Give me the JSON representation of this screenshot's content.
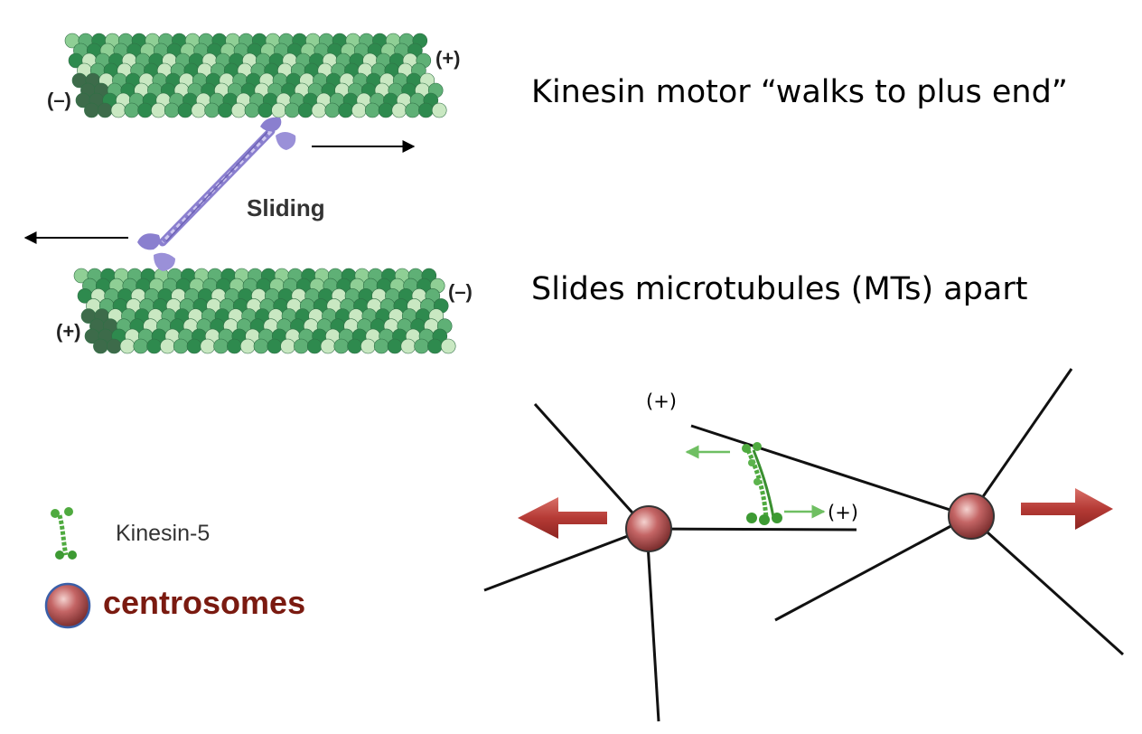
{
  "top_diagram": {
    "mt_top": {
      "minus_label": "(–)",
      "plus_label": "(+)"
    },
    "mt_bottom": {
      "minus_label": "(–)",
      "plus_label": "(+)"
    },
    "sliding_label": "Sliding"
  },
  "captions": {
    "kinesin_walks": "Kinesin motor “walks to plus end”",
    "slides_apart": "Slides microtubules (MTs) apart"
  },
  "spindle_diagram": {
    "plus_label_upper": "(+)",
    "plus_label_lower": "(+)"
  },
  "legend": {
    "kinesin5": "Kinesin-5",
    "centrosomes": "centrosomes"
  },
  "colors": {
    "mt_dark": "#2e8a4e",
    "mt_mid": "#5fb076",
    "mt_light": "#c9e8c2",
    "mt_end_dark": "#3d6b4a",
    "kinesin_purple": "#8a7fcf",
    "kinesin5_green": "#4faa3f",
    "centrosome_red": "#c46565",
    "arrow_red": "#b53a35"
  }
}
